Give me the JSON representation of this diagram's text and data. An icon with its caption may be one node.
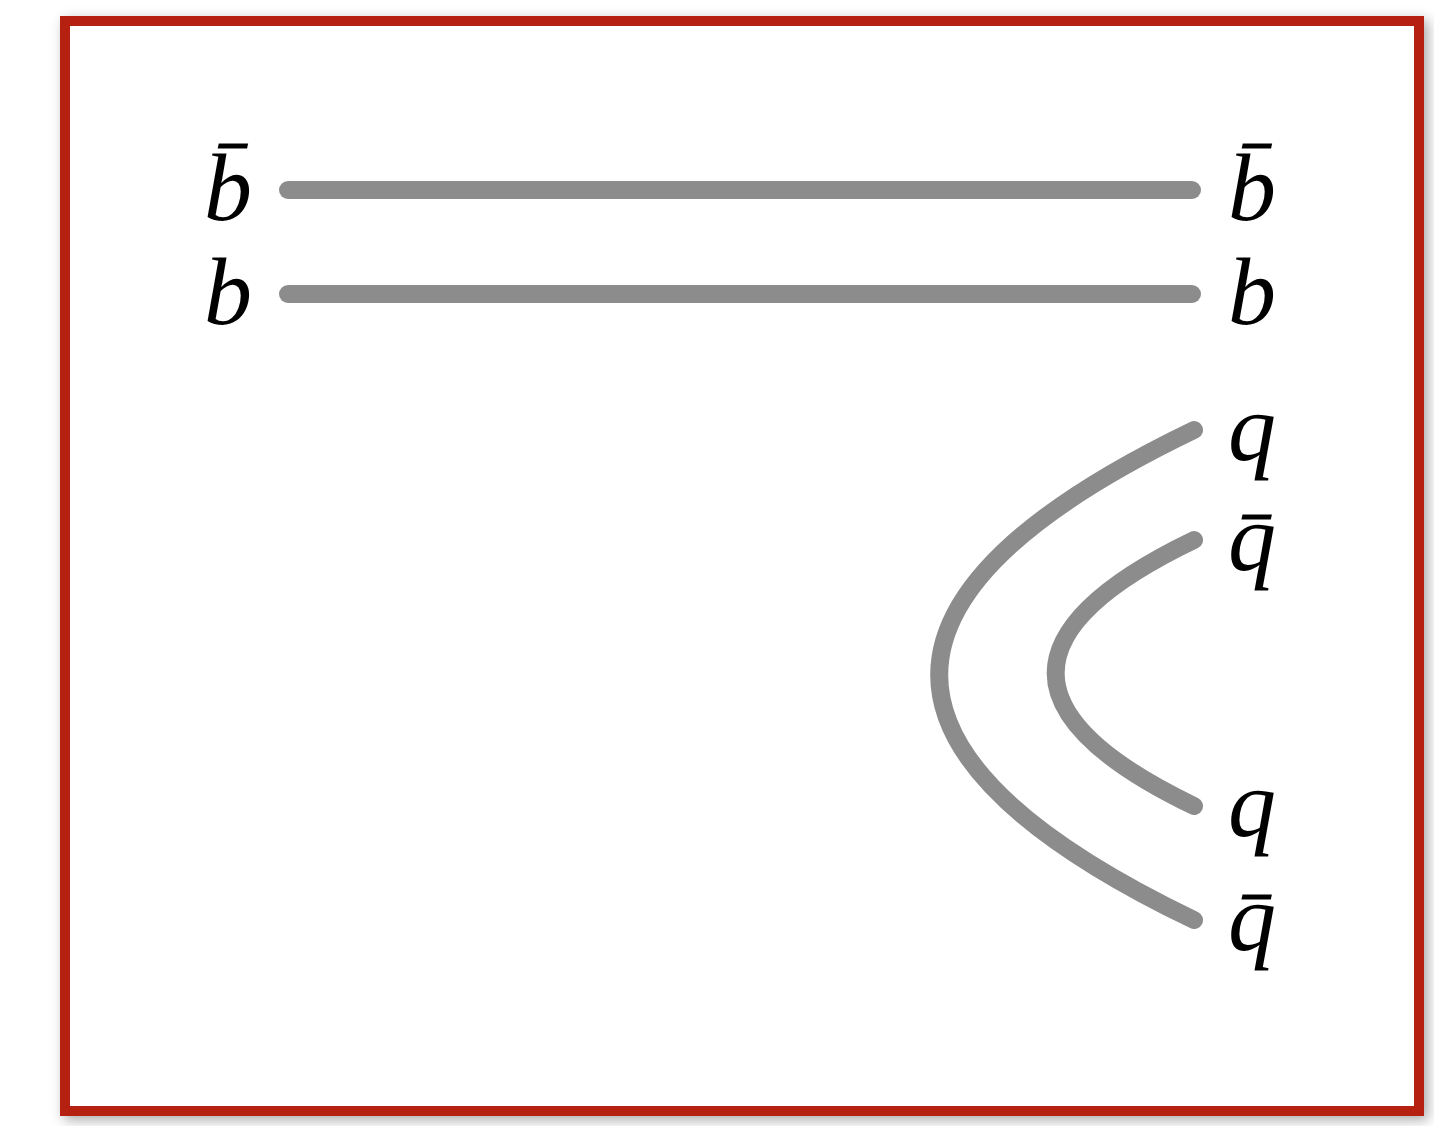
{
  "diagram": {
    "nodes": [
      {
        "text": [
          "b̄"
        ]
      },
      {
        "text": [
          "b"
        ]
      },
      {
        "text": [
          "b̄"
        ]
      },
      {
        "text": [
          "b"
        ]
      },
      {
        "text": [
          "q"
        ]
      },
      {
        "text": [
          "q̄"
        ]
      },
      {
        "text": [
          "q"
        ]
      },
      {
        "text": [
          "q̄"
        ]
      }
    ],
    "edges": [
      {
        "from": 0,
        "to": 2,
        "arrow": "none"
      },
      {
        "from": 1,
        "to": 3,
        "arrow": "none"
      },
      {
        "from": 4,
        "to": 7,
        "arrow": "none"
      },
      {
        "from": 5,
        "to": 6,
        "arrow": "none"
      }
    ]
  }
}
